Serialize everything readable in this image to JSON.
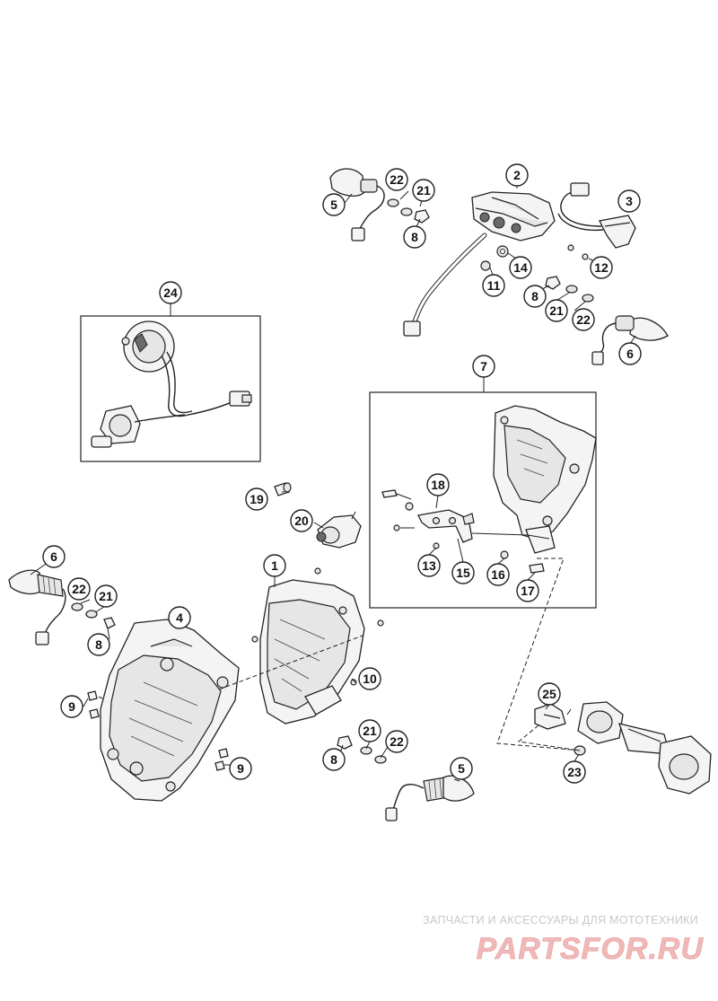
{
  "callouts": {
    "c1": "1",
    "c2": "2",
    "c3": "3",
    "c4": "4",
    "c5a": "5",
    "c5b": "5",
    "c6a": "6",
    "c6b": "6",
    "c7": "7",
    "c8a": "8",
    "c8b": "8",
    "c8c": "8",
    "c8d": "8",
    "c9a": "9",
    "c9b": "9",
    "c10": "10",
    "c11": "11",
    "c12": "12",
    "c13": "13",
    "c14": "14",
    "c15": "15",
    "c16": "16",
    "c17": "17",
    "c18": "18",
    "c19": "19",
    "c20": "20",
    "c21a": "21",
    "c21b": "21",
    "c21c": "21",
    "c21d": "21",
    "c22a": "22",
    "c22b": "22",
    "c22c": "22",
    "c22d": "22",
    "c23": "23",
    "c24": "24",
    "c25": "25"
  },
  "watermark": {
    "caption": "ЗАПЧАСТИ И АКСЕССУАРЫ ДЛЯ МОТОТЕХНИКИ",
    "logo": "PARTSFOR.RU"
  },
  "colors": {
    "line": "#222222",
    "watermark": "#f0b8b8",
    "watermark_caption": "#c8c8c8"
  }
}
